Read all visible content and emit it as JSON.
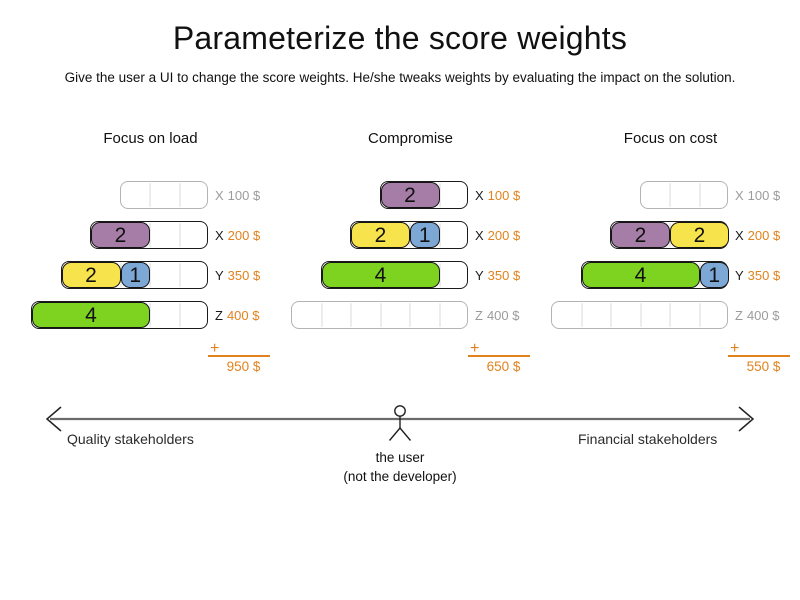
{
  "title": "Parameterize the score weights",
  "subtitle": "Give the user a UI to change the score weights. He/she tweaks weights by evaluating the impact on the solution.",
  "colors": {
    "purple": "#A57DA7",
    "yellow": "#F7E34C",
    "blue": "#7DA8D6",
    "green": "#7ED321",
    "orange_accent": "#E2821E",
    "inactive_gray": "#9b9b9b"
  },
  "sum_plus_sign": "+",
  "scenarios": [
    {
      "name": "Focus on load",
      "total": "950 $",
      "rows": [
        {
          "computer": "X",
          "cost": "100 $",
          "capacity": 3,
          "active": false,
          "blocks": []
        },
        {
          "computer": "X",
          "cost": "200 $",
          "capacity": 4,
          "active": true,
          "blocks": [
            {
              "value": "2",
              "units": 2,
              "color": "purple"
            }
          ]
        },
        {
          "computer": "Y",
          "cost": "350 $",
          "capacity": 5,
          "active": true,
          "blocks": [
            {
              "value": "2",
              "units": 2,
              "color": "yellow"
            },
            {
              "value": "1",
              "units": 1,
              "color": "blue"
            }
          ]
        },
        {
          "computer": "Z",
          "cost": "400 $",
          "capacity": 6,
          "active": true,
          "blocks": [
            {
              "value": "4",
              "units": 4,
              "color": "green"
            }
          ]
        }
      ]
    },
    {
      "name": "Compromise",
      "total": "650 $",
      "rows": [
        {
          "computer": "X",
          "cost": "100 $",
          "capacity": 3,
          "active": true,
          "blocks": [
            {
              "value": "2",
              "units": 2,
              "color": "purple"
            }
          ]
        },
        {
          "computer": "X",
          "cost": "200 $",
          "capacity": 4,
          "active": true,
          "blocks": [
            {
              "value": "2",
              "units": 2,
              "color": "yellow"
            },
            {
              "value": "1",
              "units": 1,
              "color": "blue"
            }
          ]
        },
        {
          "computer": "Y",
          "cost": "350 $",
          "capacity": 5,
          "active": true,
          "blocks": [
            {
              "value": "4",
              "units": 4,
              "color": "green"
            }
          ]
        },
        {
          "computer": "Z",
          "cost": "400 $",
          "capacity": 6,
          "active": false,
          "blocks": []
        }
      ]
    },
    {
      "name": "Focus on cost",
      "total": "550 $",
      "rows": [
        {
          "computer": "X",
          "cost": "100 $",
          "capacity": 3,
          "active": false,
          "blocks": []
        },
        {
          "computer": "X",
          "cost": "200 $",
          "capacity": 4,
          "active": true,
          "blocks": [
            {
              "value": "2",
              "units": 2,
              "color": "purple"
            },
            {
              "value": "2",
              "units": 2,
              "color": "yellow"
            }
          ]
        },
        {
          "computer": "Y",
          "cost": "350 $",
          "capacity": 5,
          "active": true,
          "blocks": [
            {
              "value": "4",
              "units": 4,
              "color": "green"
            },
            {
              "value": "1",
              "units": 1,
              "color": "blue"
            }
          ]
        },
        {
          "computer": "Z",
          "cost": "400 $",
          "capacity": 6,
          "active": false,
          "blocks": []
        }
      ]
    }
  ],
  "axis": {
    "left_label": "Quality stakeholders",
    "right_label": "Financial stakeholders",
    "center_label_line1": "the user",
    "center_label_line2": "(not the developer)"
  }
}
